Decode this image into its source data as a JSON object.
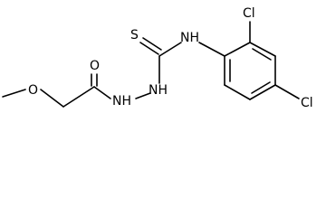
{
  "molecule": {
    "atoms": {
      "chlorine_ortho": "Cl",
      "chlorine_para": "Cl",
      "thione_sulfur": "S",
      "amine_nh_aryl": "NH",
      "hydrazide_nh_upper": "NH",
      "hydrazide_nh_lower": "NH",
      "carbonyl_oxygen": "O",
      "ether_oxygen": "O"
    },
    "colors": {
      "bond": "#000000",
      "label": "#000000",
      "background": "#ffffff"
    }
  }
}
